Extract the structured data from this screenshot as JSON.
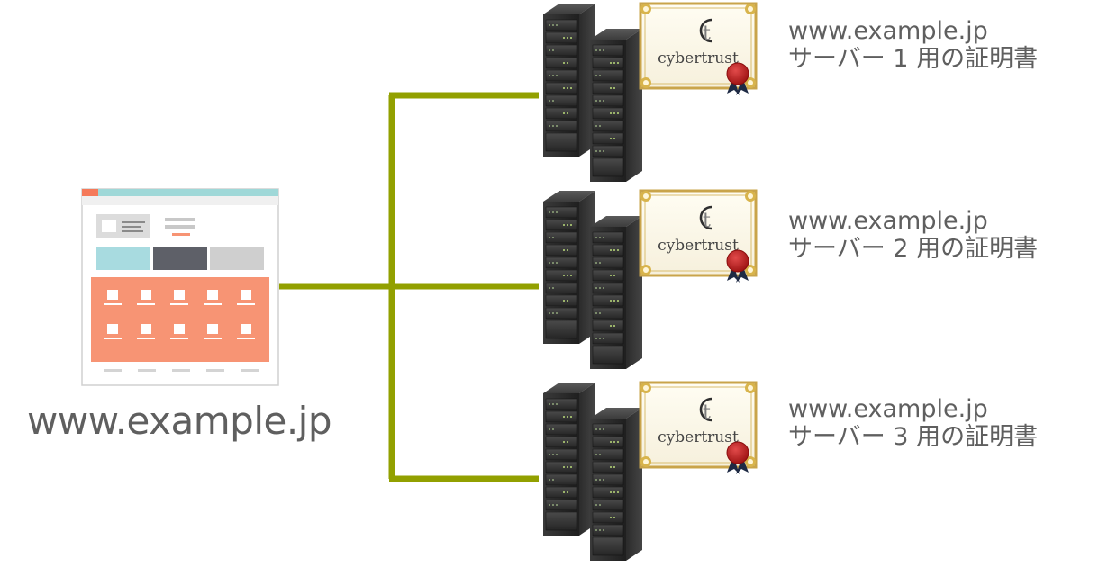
{
  "website": {
    "domain": "www.example.jp",
    "mockup_colors": {
      "header": "#9fd8d8",
      "block_teal": "#a8dbe0",
      "block_dark": "#5e6068",
      "block_gray": "#cfcfcf",
      "coral": "#f79474"
    }
  },
  "connection_color": "#92a000",
  "servers": [
    {
      "domain": "www.example.jp",
      "certificate_label": "サーバー 1 用の証明書",
      "certificate_brand": "cybertrust",
      "brand_mark": "t"
    },
    {
      "domain": "www.example.jp",
      "certificate_label": "サーバー 2 用の証明書",
      "certificate_brand": "cybertrust",
      "brand_mark": "t"
    },
    {
      "domain": "www.example.jp",
      "certificate_label": "サーバー 3 用の証明書",
      "certificate_brand": "cybertrust",
      "brand_mark": "t"
    }
  ]
}
